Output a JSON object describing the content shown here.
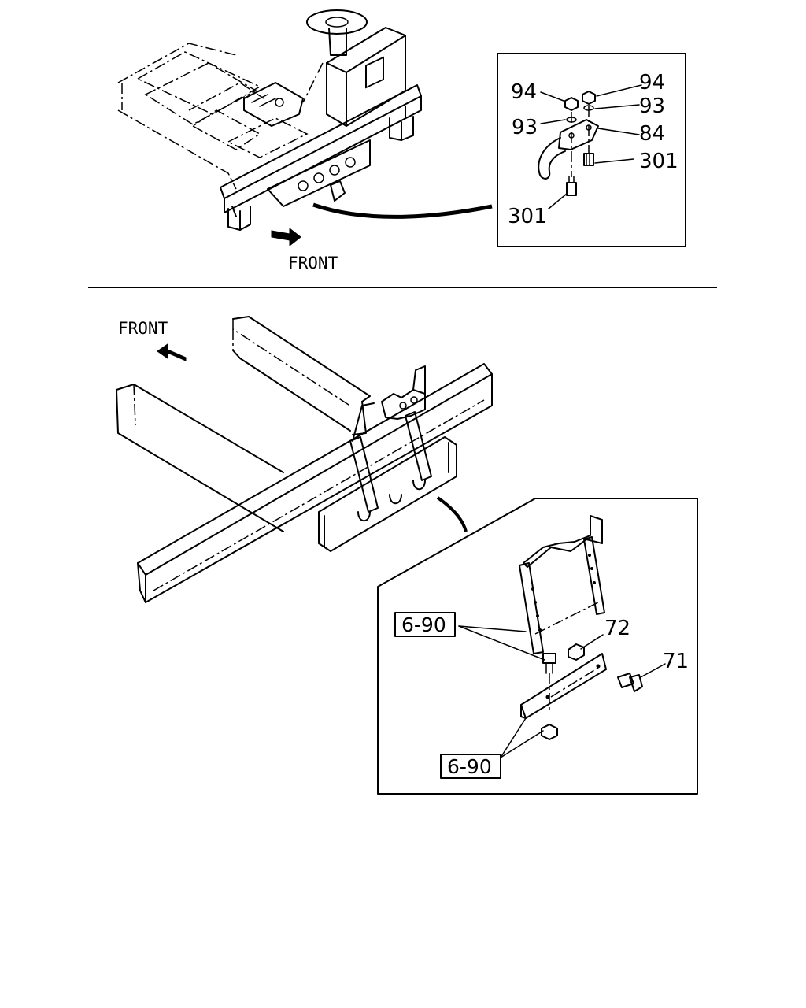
{
  "top_view": {
    "front_label": "FRONT",
    "callouts": [
      "94",
      "94",
      "93",
      "93",
      "84",
      "301",
      "301"
    ]
  },
  "bottom_view": {
    "front_label": "FRONT",
    "callouts": [
      "72",
      "71"
    ],
    "reference_boxes": [
      "6-90",
      "6-90"
    ]
  }
}
